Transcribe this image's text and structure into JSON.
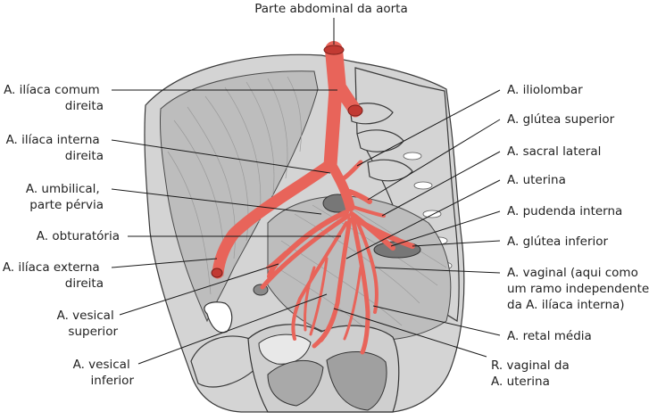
{
  "title": "Parte abdominal da aorta",
  "labels_left": [
    {
      "id": "iliaca-comum",
      "lines": [
        "A. ilíaca comum",
        "direita"
      ]
    },
    {
      "id": "iliaca-interna",
      "lines": [
        "A. ilíaca interna",
        "direita"
      ]
    },
    {
      "id": "umbilical",
      "lines": [
        "A. umbilical,",
        "parte pérvia"
      ]
    },
    {
      "id": "obturatoria",
      "lines": [
        "A. obturatória"
      ]
    },
    {
      "id": "iliaca-externa",
      "lines": [
        "A. ilíaca externa",
        "direita"
      ]
    },
    {
      "id": "vesical-superior",
      "lines": [
        "A. vesical",
        "superior"
      ]
    },
    {
      "id": "vesical-inferior",
      "lines": [
        "A. vesical",
        "inferior"
      ]
    }
  ],
  "labels_right": [
    {
      "id": "iliolombar",
      "lines": [
        "A. iliolombar"
      ]
    },
    {
      "id": "glutea-superior",
      "lines": [
        "A. glútea superior"
      ]
    },
    {
      "id": "sacral-lateral",
      "lines": [
        "A. sacral lateral"
      ]
    },
    {
      "id": "uterina",
      "lines": [
        "A. uterina"
      ]
    },
    {
      "id": "pudenda-interna",
      "lines": [
        "A. pudenda interna"
      ]
    },
    {
      "id": "glutea-inferior",
      "lines": [
        "A. glútea inferior"
      ]
    },
    {
      "id": "vaginal",
      "lines": [
        "A. vaginal (aqui como",
        "um ramo independente",
        "da  A. ilíaca interna)"
      ]
    },
    {
      "id": "retal-media",
      "lines": [
        "A. retal média"
      ]
    },
    {
      "id": "ramo-vaginal",
      "lines": [
        "R. vaginal da",
        "A. uterina"
      ]
    }
  ]
}
